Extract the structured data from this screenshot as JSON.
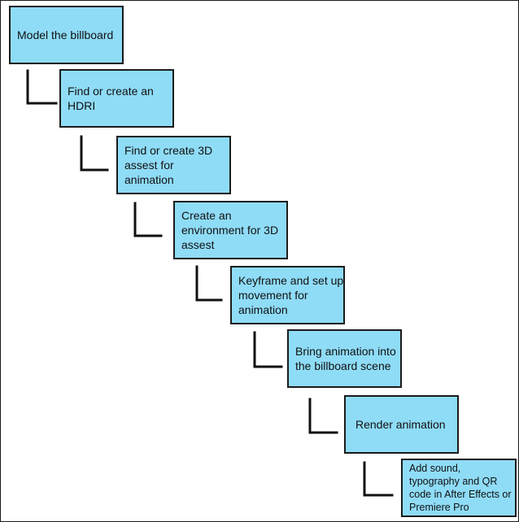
{
  "steps": [
    {
      "lines": [
        "Model the billboard"
      ]
    },
    {
      "lines": [
        "Find or create an",
        "HDRI"
      ]
    },
    {
      "lines": [
        "Find or create 3D",
        "assest for",
        "animation"
      ]
    },
    {
      "lines": [
        "Create an",
        "environment for 3D",
        "assest"
      ]
    },
    {
      "lines": [
        "Keyframe and set up",
        "movement for",
        "animation"
      ]
    },
    {
      "lines": [
        "Bring animation into",
        "the billboard scene"
      ]
    },
    {
      "lines": [
        "Render animation"
      ]
    },
    {
      "lines": [
        "Add sound,",
        "typography and QR",
        "code in After Effects or",
        "Premiere Pro"
      ]
    }
  ],
  "colors": {
    "box_fill": "#8fdcf7",
    "border": "#1b1b1b",
    "connector": "#111111"
  }
}
